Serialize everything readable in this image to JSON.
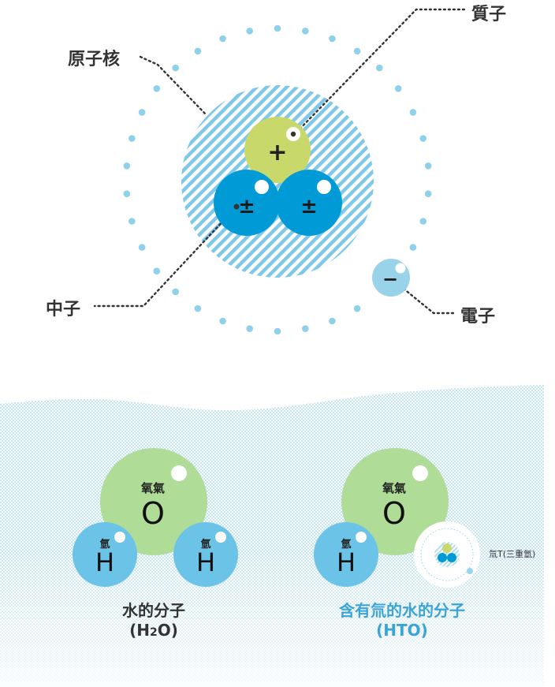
{
  "atom": {
    "labels": {
      "nucleus": "原子核",
      "proton": "質子",
      "neutron": "中子",
      "electron": "電子"
    },
    "signs": {
      "proton": "+",
      "neutron": "±",
      "electron": "−"
    }
  },
  "water": {
    "oxygen_name": "氧氣",
    "oxygen_symbol": "O",
    "hydrogen_name": "氫",
    "hydrogen_symbol": "H",
    "caption_line1": "水的分子",
    "caption_line2_pre": "(H",
    "caption_line2_sub": "2",
    "caption_line2_post": "O)"
  },
  "hto": {
    "oxygen_name": "氧氣",
    "oxygen_symbol": "O",
    "hydrogen_name": "氫",
    "hydrogen_symbol": "H",
    "tritium_label": "氚T(三重氫)",
    "caption_line1": "含有氚的水的分子",
    "caption_line2": "(HTO)"
  },
  "colors": {
    "text": "#333333",
    "accent_text": "#3ba4d6",
    "proton": "#c8d86a",
    "neutron": "#009bd6",
    "electron": "#99d3ea",
    "orbit_dot": "#8fd0ea",
    "nucleus_stripe": "#7fc8e8",
    "oxygen": "#afdc96",
    "hydrogen": "#6cc3e8",
    "water_bg": "#e3f3fa"
  }
}
